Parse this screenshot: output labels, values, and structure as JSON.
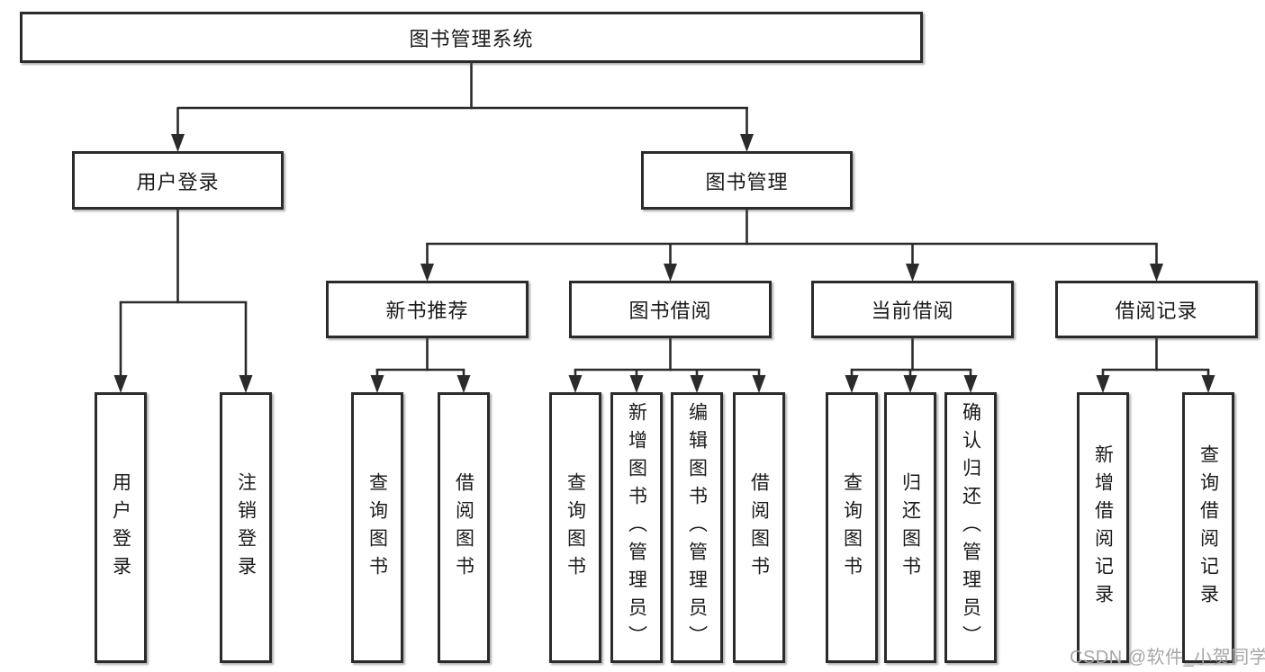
{
  "colors": {
    "line": "#2b2b2b",
    "text": "#1a1a1a",
    "box_background": "#ffffff",
    "watermark": "#a6a6a6",
    "background": "#ffffff"
  },
  "tree": {
    "root": {
      "label": "图书管理系统"
    },
    "branches": [
      {
        "label": "用户登录",
        "children": [
          {
            "label": "用户登录"
          },
          {
            "label": "注销登录"
          }
        ]
      },
      {
        "label": "图书管理",
        "children": [
          {
            "label": "新书推荐",
            "children": [
              {
                "label": "查询图书"
              },
              {
                "label": "借阅图书"
              }
            ]
          },
          {
            "label": "图书借阅",
            "children": [
              {
                "label": "查询图书"
              },
              {
                "label": "新增图书（管理员）"
              },
              {
                "label": "编辑图书（管理员）"
              },
              {
                "label": "借阅图书"
              }
            ]
          },
          {
            "label": "当前借阅",
            "children": [
              {
                "label": "查询图书"
              },
              {
                "label": "归还图书"
              },
              {
                "label": "确认归还（管理员）"
              }
            ]
          },
          {
            "label": "借阅记录",
            "children": [
              {
                "label": "新增借阅记录"
              },
              {
                "label": "查询借阅记录"
              }
            ]
          }
        ]
      }
    ]
  },
  "watermark": {
    "text": "CSDN @软件_小贺同学"
  }
}
